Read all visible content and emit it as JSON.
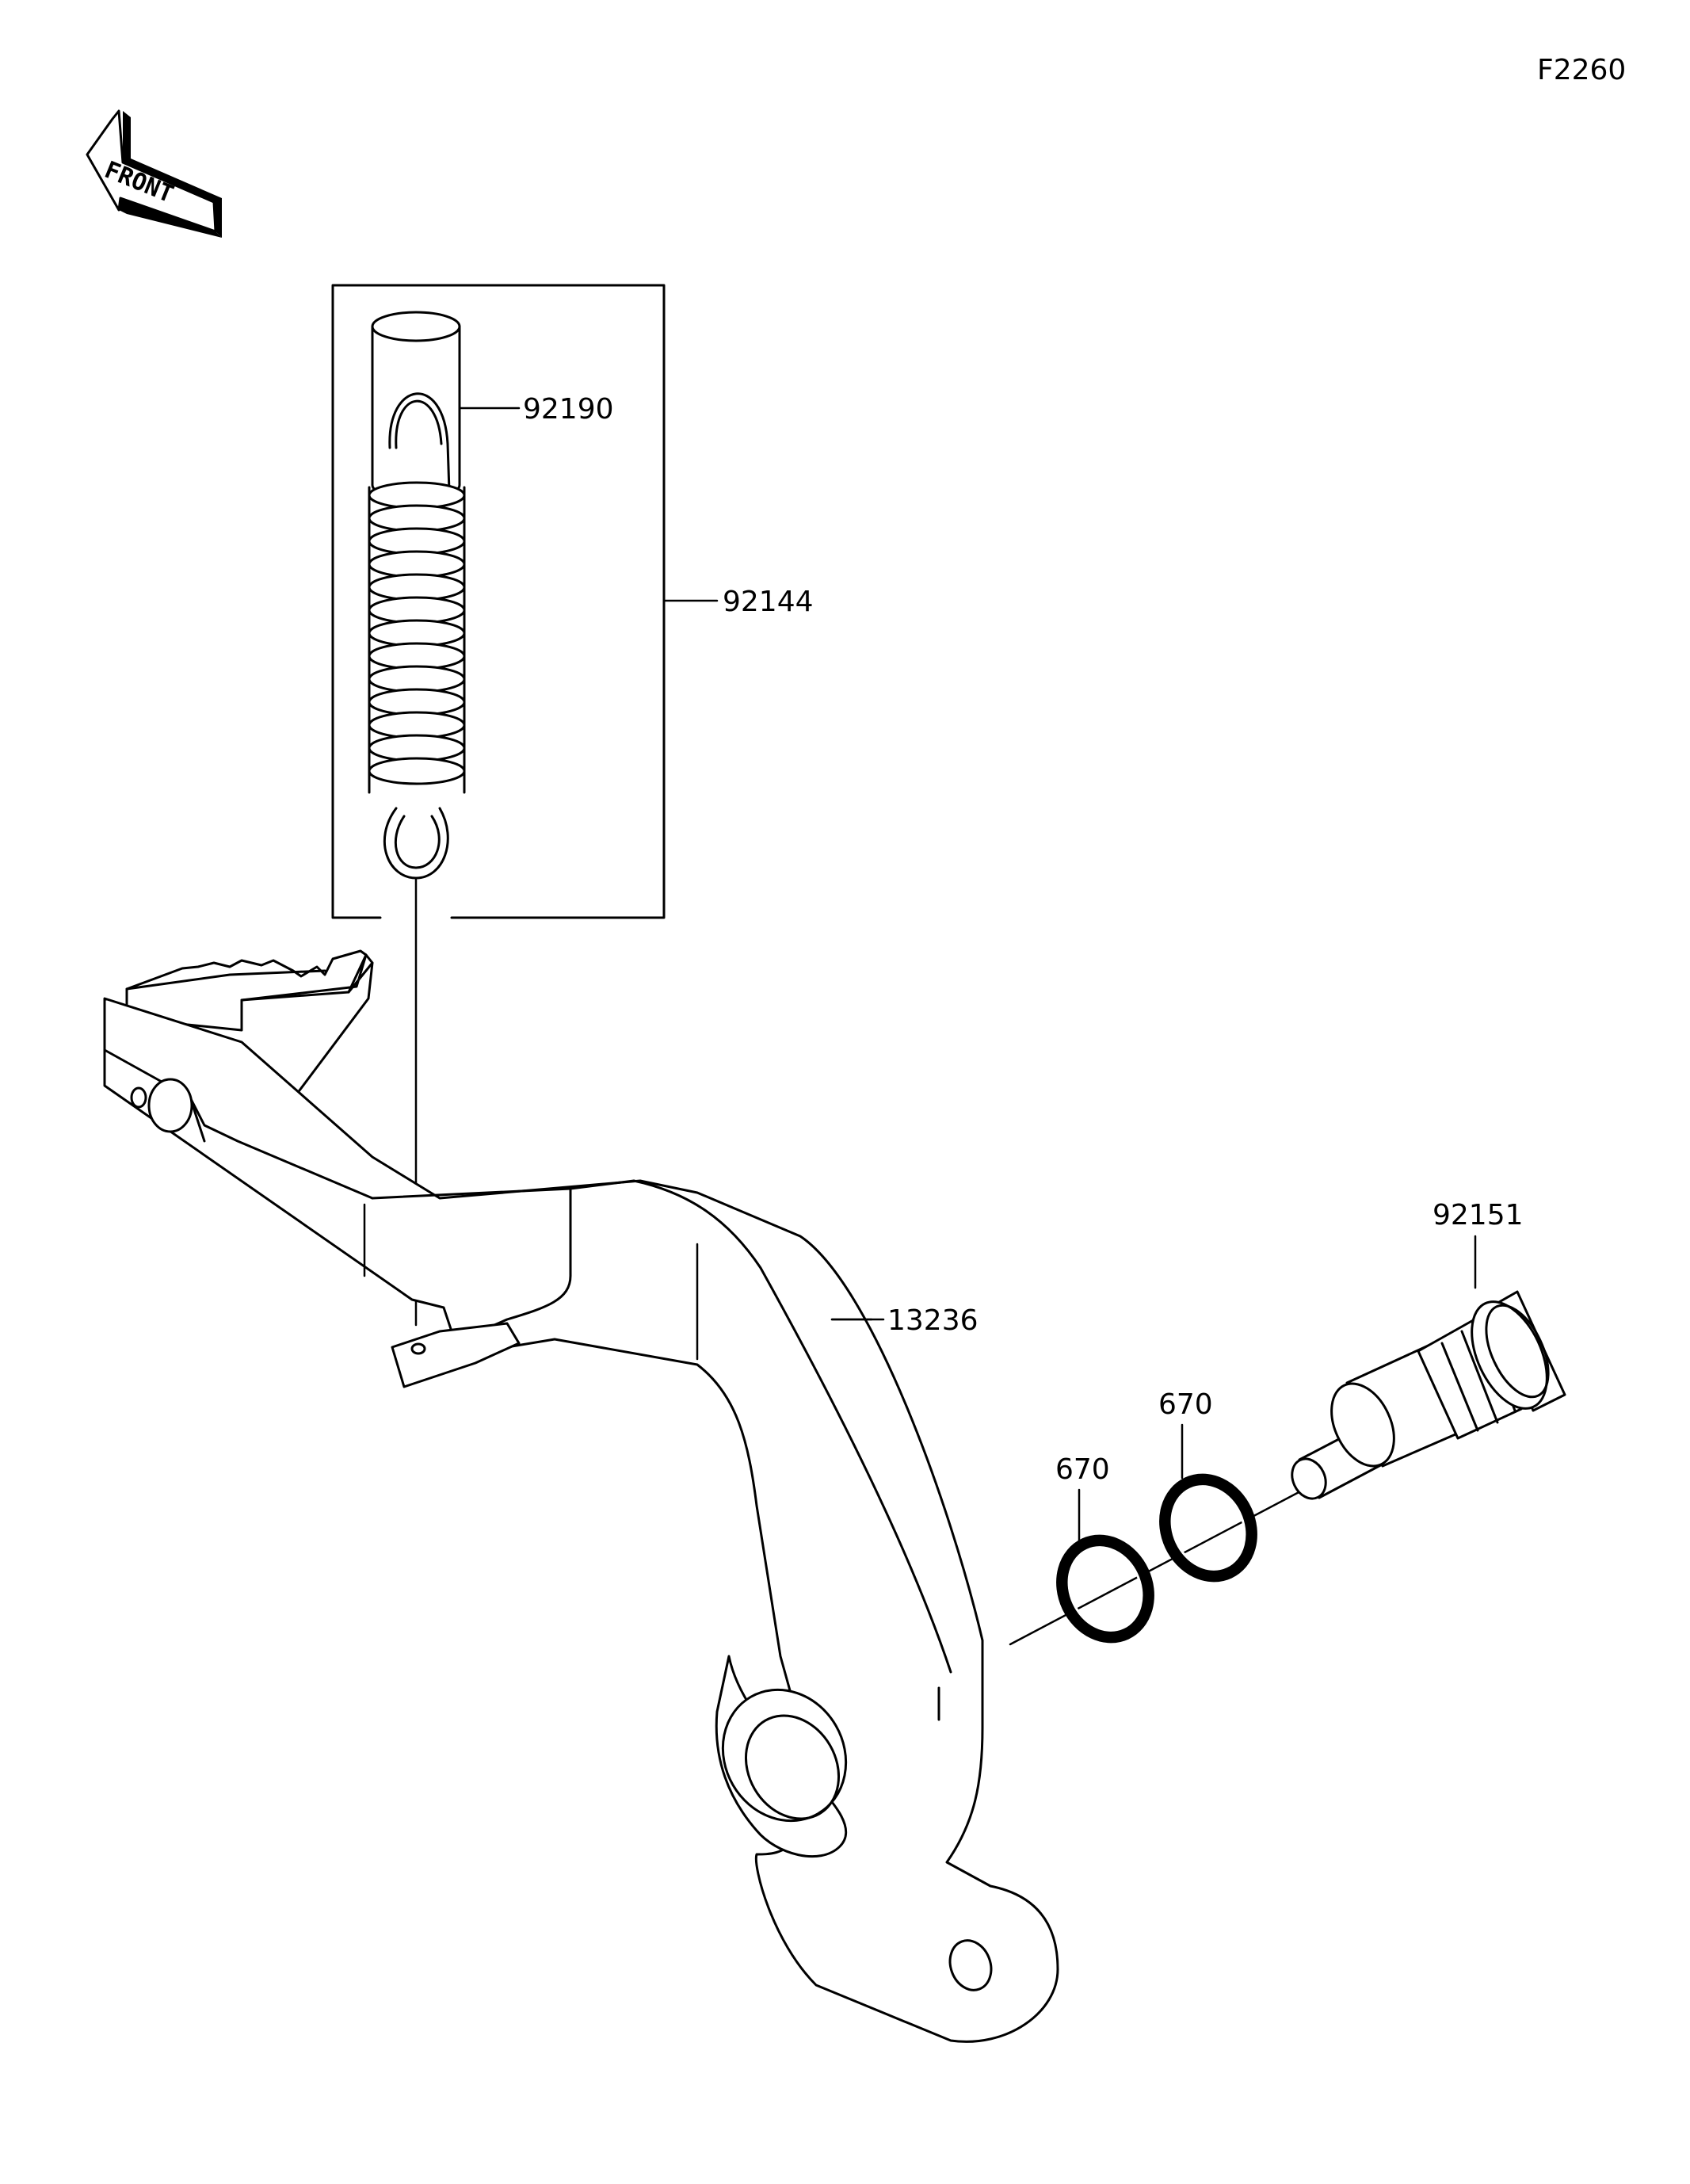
{
  "diagram": {
    "code": "F2260",
    "front_label": "FRONT",
    "parts": [
      {
        "id": "92190",
        "label": "92190"
      },
      {
        "id": "92144",
        "label": "92144"
      },
      {
        "id": "13236",
        "label": "13236"
      },
      {
        "id": "92151",
        "label": "92151"
      },
      {
        "id": "670a",
        "label": "670"
      },
      {
        "id": "670b",
        "label": "670"
      }
    ]
  }
}
